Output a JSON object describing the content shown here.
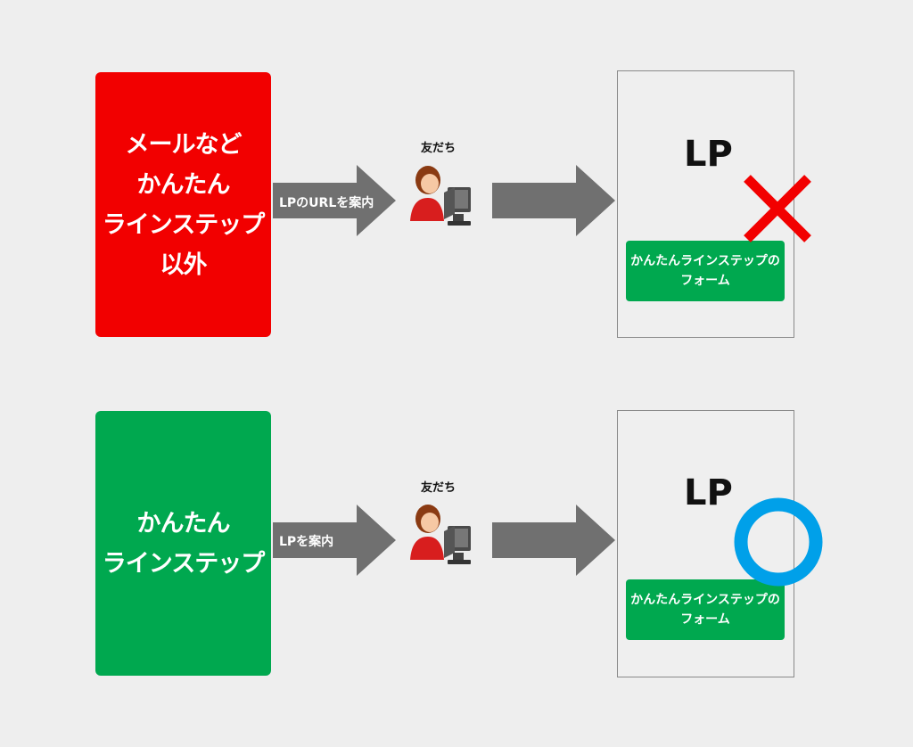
{
  "rows": [
    {
      "source_label": "メールなど\nかんたん\nラインステップ\n以外",
      "source_color": "#f20000",
      "arrow_label": "LPのURLを案内",
      "friend_label": "友だち",
      "lp_title": "LP",
      "form_label": "かんたんラインステップの\nフォーム",
      "result_mark": "cross-icon",
      "result_color": "#f20000"
    },
    {
      "source_label": "かんたん\nラインステップ",
      "source_color": "#00a84f",
      "arrow_label": "LPを案内",
      "friend_label": "友だち",
      "lp_title": "LP",
      "form_label": "かんたんラインステップの\nフォーム",
      "result_mark": "circle-icon",
      "result_color": "#00a0e9"
    }
  ],
  "colors": {
    "arrow": "#707070",
    "background": "#eeeeee",
    "form_button": "#00a84f"
  }
}
